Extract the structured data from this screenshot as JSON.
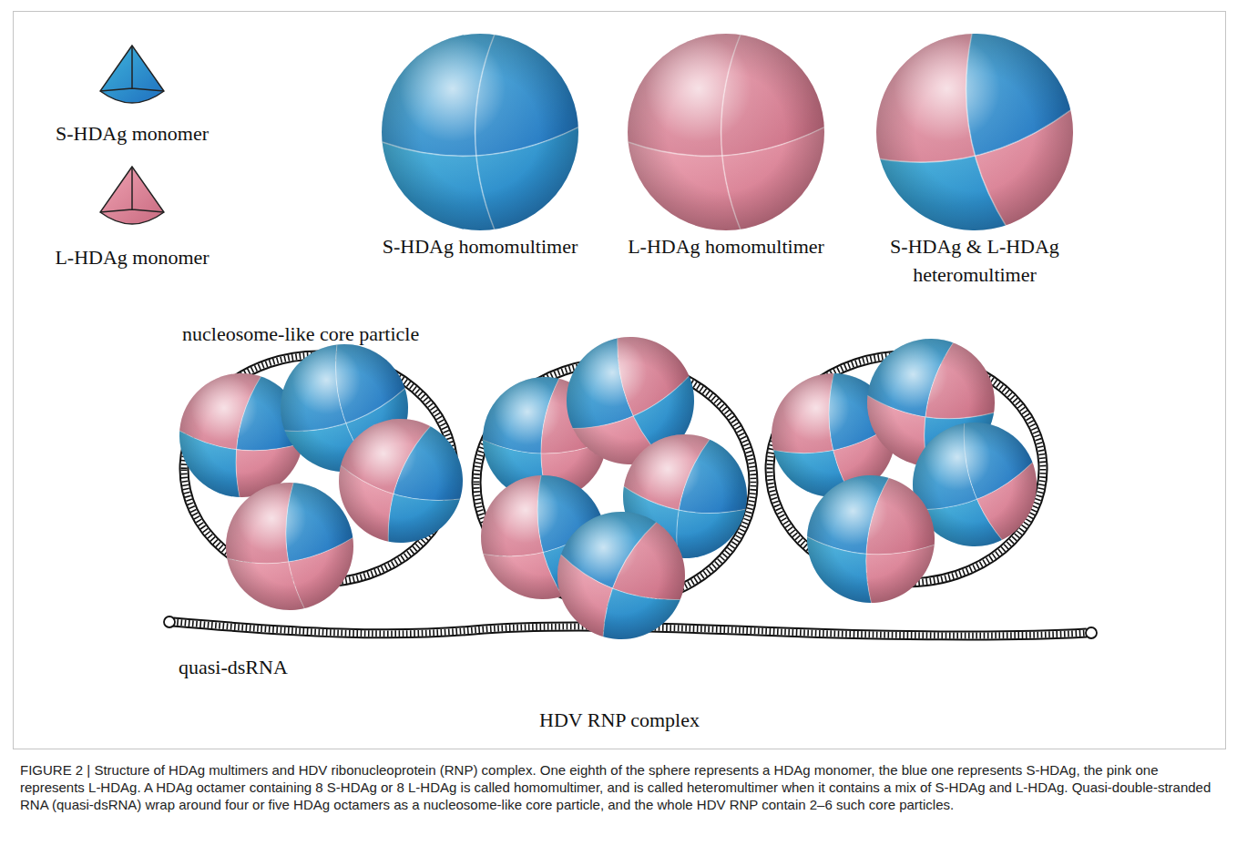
{
  "diagram": {
    "caption": "FIGURE 2 | Structure of HDAg multimers and HDV ribonucleoprotein (RNP) complex. One eighth of the sphere represents a HDAg monomer, the blue one represents S-HDAg, the pink one represents L-HDAg. A HDAg octamer containing 8 S-HDAg or 8 L-HDAg is called homomultimer, and is called heteromultimer when it contains a mix of S-HDAg and L-HDAg. Quasi-double-stranded RNA (quasi-dsRNA) wrap around four or five HDAg octamers as a nucleosome-like core particle, and the whole HDV RNP contain 2–6 such core particles.",
    "labels": [
      "S-HDAg monomer",
      "L-HDAg monomer",
      "S-HDAg homomultimer",
      "L-HDAg homomultimer",
      "S-HDAg & L-HDAg heteromultimer",
      "nucleosome-like core particle",
      "quasi-dsRNA",
      "HDV RNP complex"
    ]
  }
}
